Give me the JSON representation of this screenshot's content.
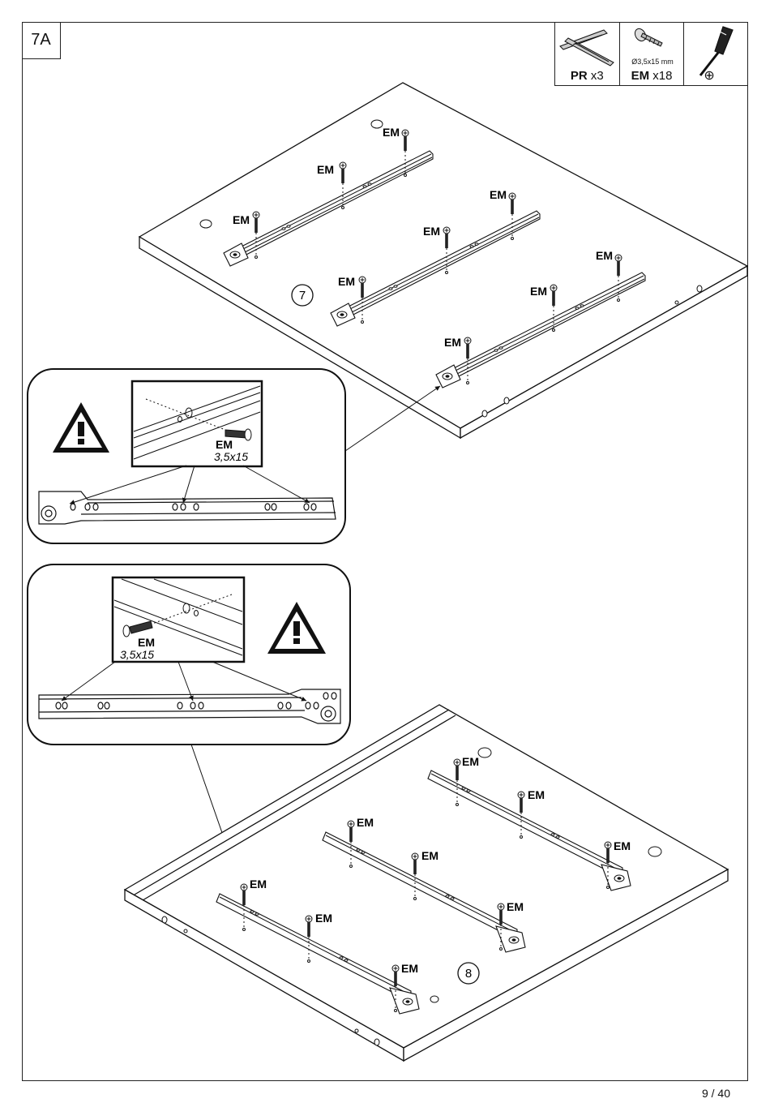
{
  "step_label": "7A",
  "parts": [
    {
      "code": "PR",
      "qty": "x3",
      "icon": "drawer-runner-icon"
    },
    {
      "code": "EM",
      "qty": "x18",
      "spec": "Ø3,5x15 mm",
      "icon": "screw-icon"
    },
    {
      "icon": "phillips-screwdriver-icon",
      "symbol": "⊕"
    }
  ],
  "em_label": "EM",
  "screw_size": "3,5x15",
  "steps": {
    "first": "7",
    "second": "8"
  },
  "page_number": "9 / 40"
}
